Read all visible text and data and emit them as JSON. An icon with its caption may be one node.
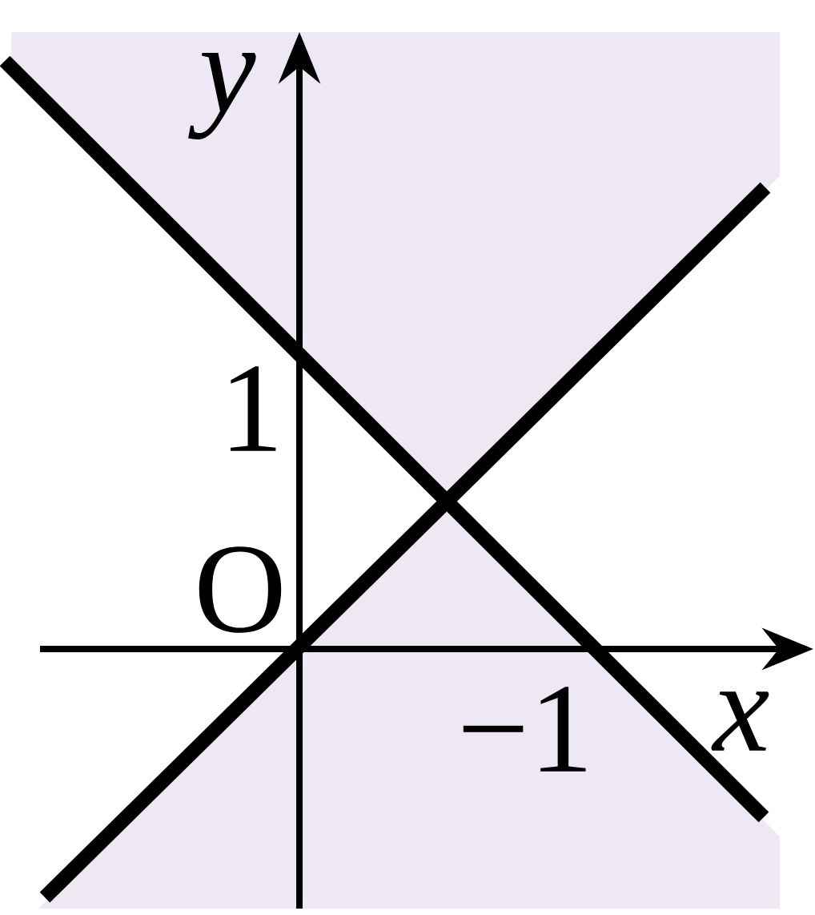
{
  "diagram": {
    "labels": [
      "y",
      "1",
      "O",
      "−1",
      "x"
    ]
  }
}
